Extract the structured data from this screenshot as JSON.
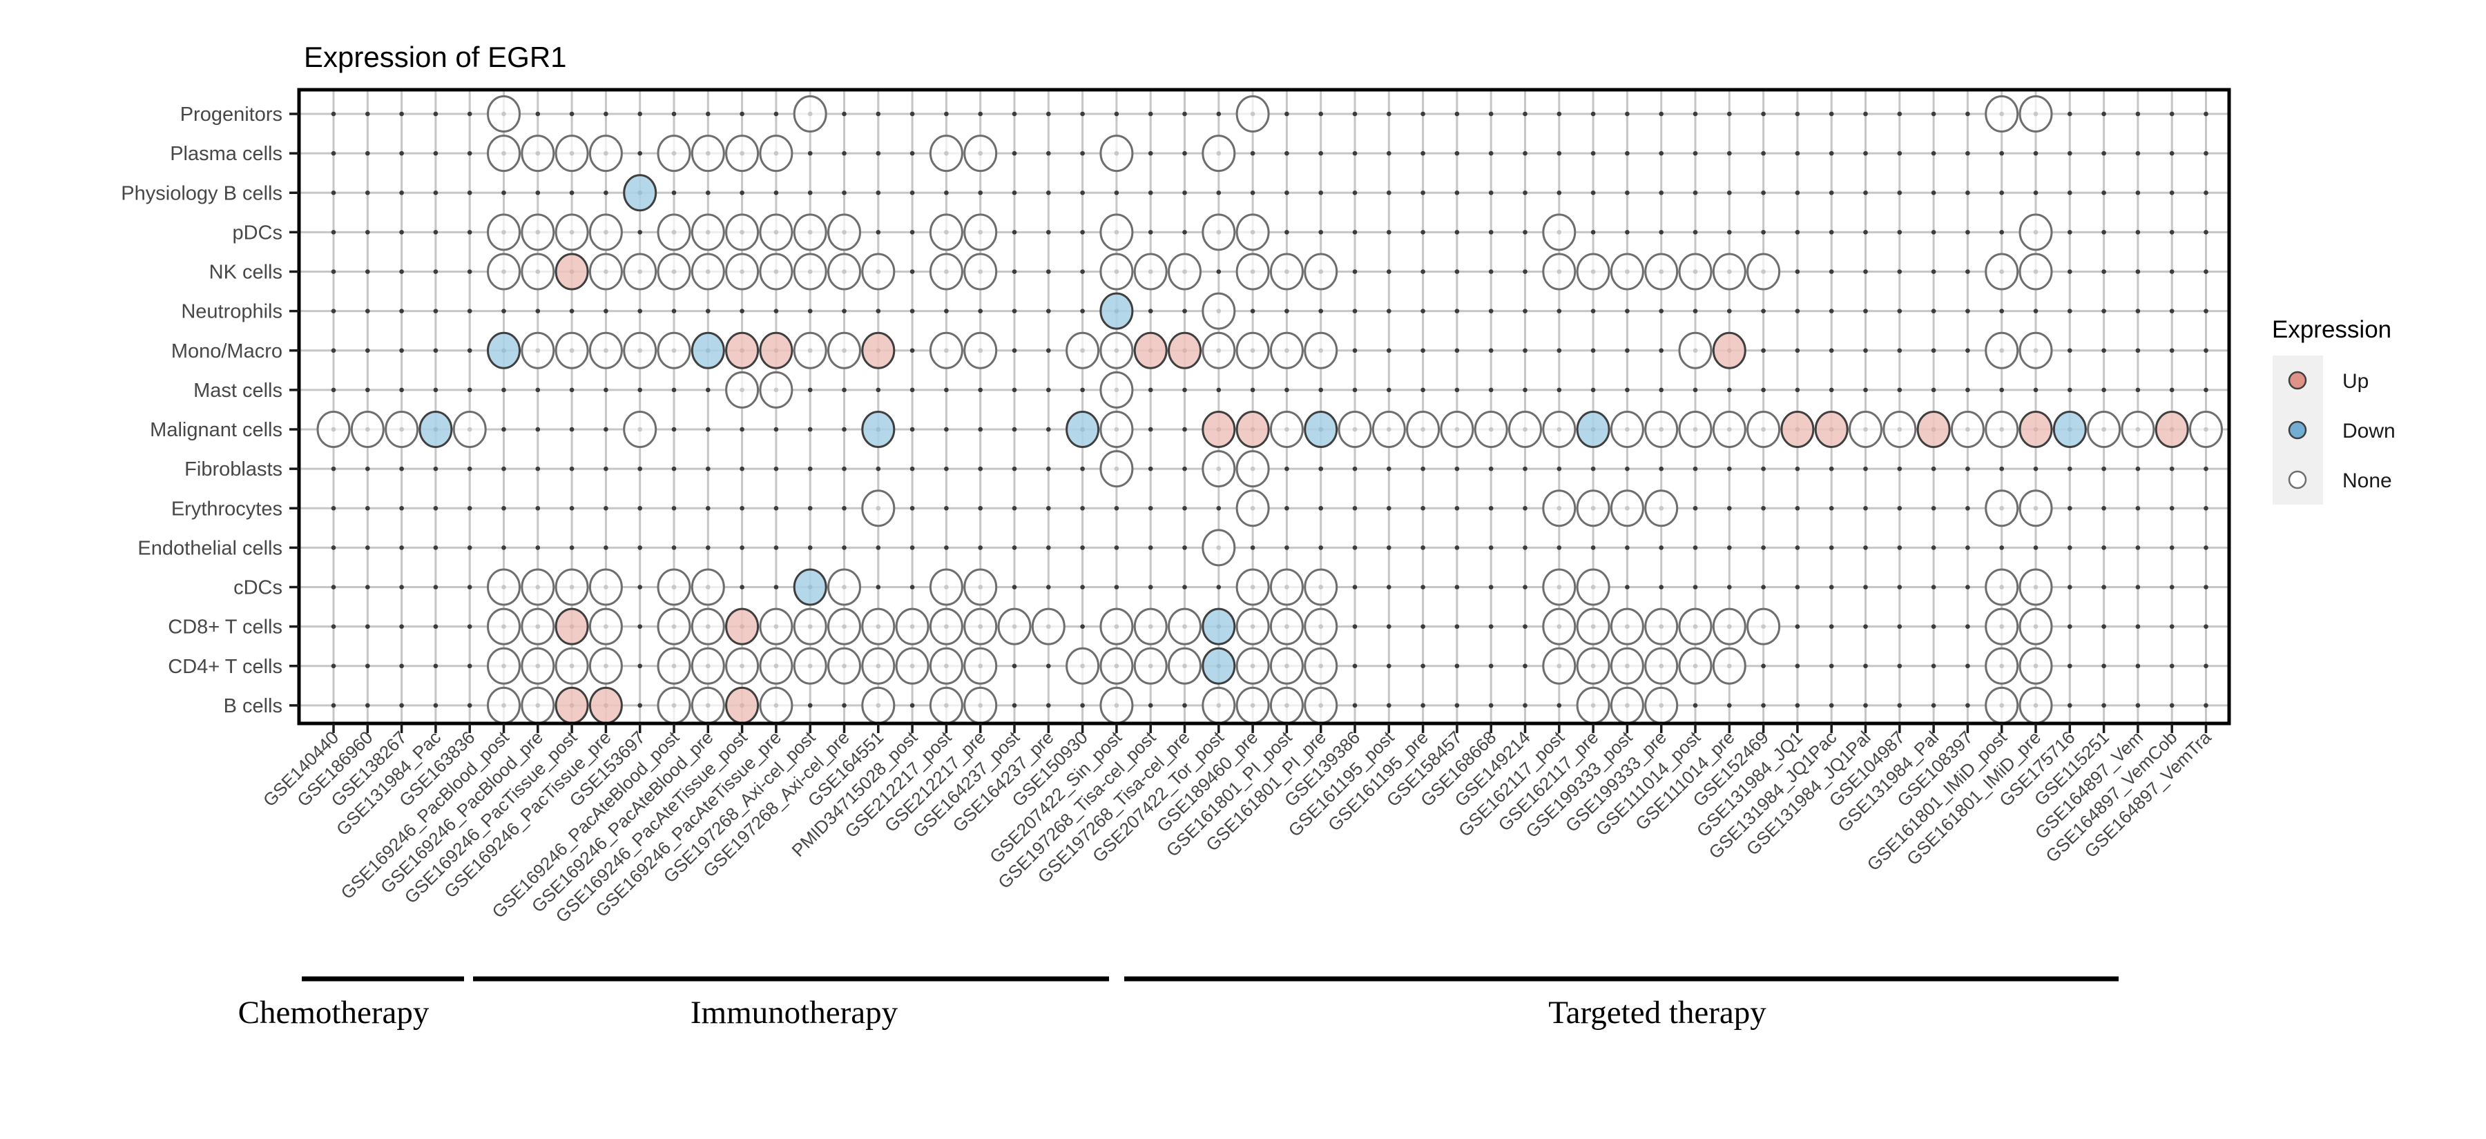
{
  "title": "Expression of EGR1",
  "chart_data": {
    "type": "heatmap",
    "subtype": "dot-matrix (cell types x datasets, categorical expression state)",
    "title": "Expression of EGR1",
    "legend": {
      "title": "Expression",
      "items": [
        "Up",
        "Down",
        "None"
      ],
      "position": "right"
    },
    "grid": "light gray gridlines at every row/column with small dark point at each intersection",
    "y_categories": [
      "Progenitors",
      "Plasma cells",
      "Physiology B cells",
      "pDCs",
      "NK cells",
      "Neutrophils",
      "Mono/Macro",
      "Mast cells",
      "Malignant cells",
      "Fibroblasts",
      "Erythrocytes",
      "Endothelial cells",
      "cDCs",
      "CD8+ T cells",
      "CD4+ T cells",
      "B cells"
    ],
    "x_categories": [
      "GSE140440",
      "GSE186960",
      "GSE138267",
      "GSE131984_Pac",
      "GSE163836",
      "GSE169246_PacBlood_post",
      "GSE169246_PacBlood_pre",
      "GSE169246_PacTissue_post",
      "GSE169246_PacTissue_pre",
      "GSE153697",
      "GSE169246_PacAteBlood_post",
      "GSE169246_PacAteBlood_pre",
      "GSE169246_PacAteTissue_post",
      "GSE169246_PacAteTissue_pre",
      "GSE197268_Axi-cel_post",
      "GSE197268_Axi-cel_pre",
      "GSE164551",
      "PMID34715028_post",
      "GSE212217_post",
      "GSE212217_pre",
      "GSE164237_post",
      "GSE164237_pre",
      "GSE150930",
      "GSE207422_Sin_post",
      "GSE197268_Tisa-cel_post",
      "GSE197268_Tisa-cel_pre",
      "GSE207422_Tor_post",
      "GSE189460_pre",
      "GSE161801_PI_post",
      "GSE161801_PI_pre",
      "GSE139386",
      "GSE161195_post",
      "GSE161195_pre",
      "GSE158457",
      "GSE168668",
      "GSE149214",
      "GSE162117_post",
      "GSE162117_pre",
      "GSE199333_post",
      "GSE199333_pre",
      "GSE111014_post",
      "GSE111014_pre",
      "GSE152469",
      "GSE131984_JQ1",
      "GSE131984_JQ1Pac",
      "GSE131984_JQ1Pal",
      "GSE104987",
      "GSE131984_Pal",
      "GSE108397",
      "GSE161801_IMiD_post",
      "GSE161801_IMiD_pre",
      "GSE175716",
      "GSE115251",
      "GSE164897_Vem",
      "GSE164897_VemCob",
      "GSE164897_VemTra"
    ],
    "groups": [
      {
        "label": "Chemotherapy",
        "col_start": 1,
        "col_end": 5
      },
      {
        "label": "Immunotherapy",
        "col_start": 6,
        "col_end": 23
      },
      {
        "label": "Targeted therapy",
        "col_start": 24,
        "col_end": 56
      }
    ],
    "cells": {
      "Progenitors": {
        "none": [
          6,
          15,
          28,
          50,
          51
        ]
      },
      "Plasma cells": {
        "none": [
          6,
          7,
          8,
          9,
          11,
          12,
          13,
          14,
          19,
          20,
          24,
          27
        ]
      },
      "Physiology B cells": {
        "down": [
          10
        ]
      },
      "pDCs": {
        "none": [
          6,
          7,
          8,
          9,
          11,
          12,
          13,
          14,
          15,
          16,
          19,
          20,
          24,
          27,
          28,
          37,
          51
        ]
      },
      "NK cells": {
        "up": [
          8
        ],
        "none": [
          6,
          7,
          9,
          10,
          11,
          12,
          13,
          14,
          15,
          16,
          17,
          19,
          20,
          24,
          25,
          26,
          28,
          29,
          30,
          37,
          38,
          39,
          40,
          41,
          42,
          43,
          50,
          51
        ]
      },
      "Neutrophils": {
        "down": [
          24
        ],
        "none": [
          27
        ]
      },
      "Mono/Macro": {
        "down": [
          6,
          12
        ],
        "up": [
          13,
          14,
          17,
          25,
          26,
          42
        ],
        "none": [
          7,
          8,
          9,
          10,
          11,
          15,
          16,
          19,
          20,
          23,
          24,
          27,
          28,
          29,
          30,
          41,
          50,
          51
        ]
      },
      "Mast cells": {
        "none": [
          13,
          14,
          24
        ]
      },
      "Malignant cells": {
        "down": [
          4,
          17,
          23,
          30,
          38,
          52
        ],
        "up": [
          27,
          28,
          44,
          45,
          48,
          51,
          55
        ],
        "none": [
          1,
          2,
          3,
          5,
          10,
          24,
          29,
          31,
          32,
          33,
          34,
          35,
          36,
          37,
          39,
          40,
          41,
          42,
          43,
          46,
          47,
          49,
          50,
          53,
          54,
          56
        ]
      },
      "Fibroblasts": {
        "none": [
          24,
          27,
          28
        ]
      },
      "Erythrocytes": {
        "none": [
          17,
          28,
          37,
          38,
          39,
          40,
          50,
          51
        ]
      },
      "Endothelial cells": {
        "none": [
          27
        ]
      },
      "cDCs": {
        "down": [
          15
        ],
        "none": [
          6,
          7,
          8,
          9,
          11,
          12,
          16,
          19,
          20,
          28,
          29,
          30,
          37,
          38,
          50,
          51
        ]
      },
      "CD8+ T cells": {
        "up": [
          8,
          13
        ],
        "down": [
          27
        ],
        "none": [
          6,
          7,
          9,
          11,
          12,
          14,
          15,
          16,
          17,
          18,
          19,
          20,
          21,
          22,
          24,
          25,
          26,
          28,
          29,
          30,
          37,
          38,
          39,
          40,
          41,
          42,
          43,
          50,
          51
        ]
      },
      "CD4+ T cells": {
        "down": [
          27
        ],
        "none": [
          6,
          7,
          8,
          9,
          11,
          12,
          13,
          14,
          15,
          16,
          17,
          18,
          19,
          20,
          23,
          24,
          25,
          26,
          28,
          29,
          30,
          37,
          38,
          39,
          40,
          41,
          42,
          50,
          51
        ]
      },
      "B cells": {
        "up": [
          8,
          9,
          13
        ],
        "none": [
          6,
          7,
          11,
          12,
          14,
          17,
          19,
          20,
          24,
          27,
          28,
          29,
          30,
          38,
          39,
          40,
          50,
          51
        ]
      }
    },
    "colors": {
      "up": "#efc5bf",
      "down": "#abd2e7",
      "none": "#ffffff",
      "stroke": "#3f3f3f",
      "none_stroke": "#6e6e6e",
      "legend_up": "#df9288",
      "legend_down": "#72aed3",
      "legend_none": "#ffffff",
      "grid": "#c6c6c6",
      "point": "#3c3c3c",
      "axis_text": "#474747"
    }
  },
  "legend": {
    "title": "Expression",
    "up": "Up",
    "down": "Down",
    "none": "None"
  },
  "groups": {
    "g1": "Chemotherapy",
    "g2": "Immunotherapy",
    "g3": "Targeted therapy"
  }
}
